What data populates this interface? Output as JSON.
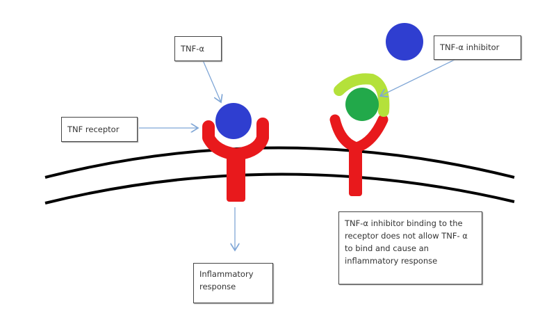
{
  "labels": {
    "tnf_alpha": "TNF-α",
    "tnf_receptor": "TNF receptor",
    "tnf_inhibitor": "TNF-α inhibitor",
    "inflammatory_response": "Inflammatory response",
    "inhibitor_explanation": "TNF-α inhibitor binding to the receptor does not allow TNF- α to bind and cause an inflammatory response"
  },
  "colors": {
    "receptor": "#e8191c",
    "tnf_alpha": "#2f3ed0",
    "inhibitor_core": "#22a94a",
    "inhibitor_shell": "#b4e13a",
    "membrane": "#000000",
    "arrow": "#7fa6d6"
  }
}
